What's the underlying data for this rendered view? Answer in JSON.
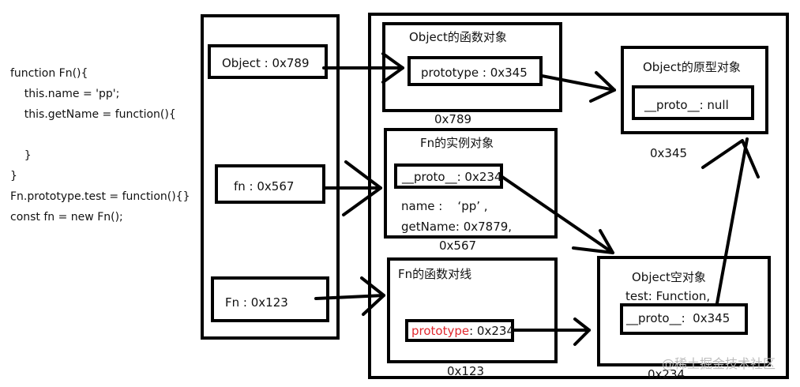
{
  "code_lines": [
    "function Fn(){",
    "    this.name = 'pp';",
    "    this.getName = function(){",
    "",
    "    }",
    "}",
    "Fn.prototype.test = function(){}",
    "const fn = new Fn();"
  ],
  "stack": {
    "object_ref": "Object : 0x789",
    "fn_ref": "fn : 0x567",
    "Fn_ref": "Fn : 0x123"
  },
  "heap": {
    "object_function": {
      "title": "Object的函数对象",
      "prototype": "prototype : 0x345",
      "address": "0x789"
    },
    "object_prototype": {
      "title": "Object的原型对象",
      "proto": "__proto__: null",
      "address": "0x345"
    },
    "fn_instance": {
      "title": "Fn的实例对象",
      "proto": "__proto__: 0x234",
      "name": "name :    ‘pp’ ,",
      "getName": "getName: 0x7879,",
      "address": "0x567"
    },
    "fn_function": {
      "title": "Fn的函数对线",
      "prototype_label": "prototype",
      "prototype_value": ": 0x234",
      "address": "0x123"
    },
    "object_empty": {
      "title": "Object空对象",
      "test": "test: Function,",
      "proto": "__proto__:  0x345",
      "address": "0x234"
    }
  },
  "watermark": "@稀土掘金技术社区",
  "colors": {
    "highlight": "#e0282e",
    "stroke": "#000000"
  }
}
